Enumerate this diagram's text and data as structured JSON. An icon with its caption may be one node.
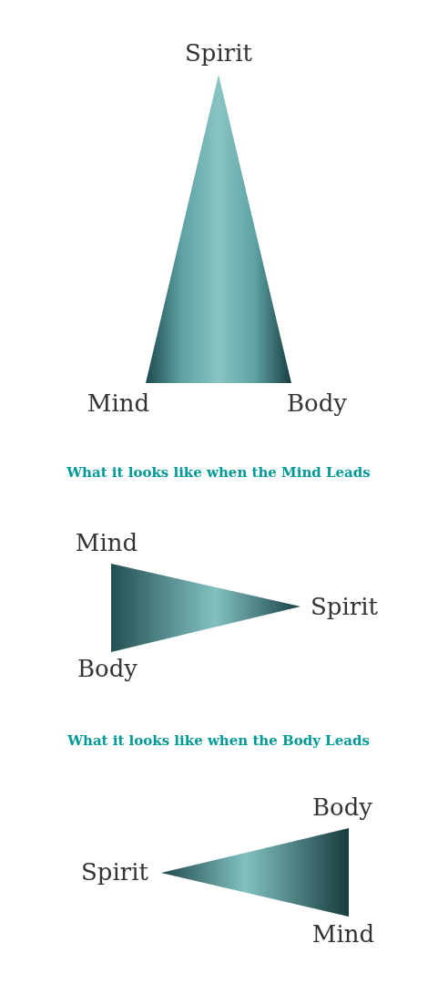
{
  "diagram": {
    "labels": [
      "Spirit",
      "Mind",
      "Body",
      "What it looks like when the Mind Leads",
      "Mind",
      "Spirit",
      "Body",
      "What it looks like when the Body Leads",
      "Body",
      "Spirit",
      "Mind"
    ]
  }
}
